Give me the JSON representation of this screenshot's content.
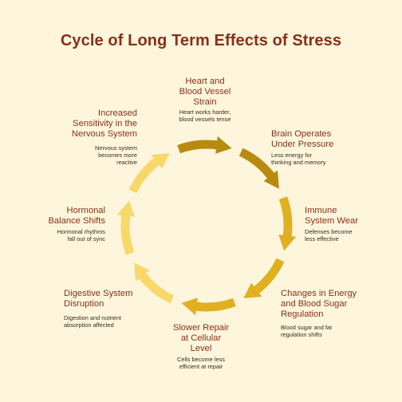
{
  "title": "Cycle of Long Term Effects of Stress",
  "colors": {
    "background": "#fdf6dc",
    "title": "#8a2f1a",
    "arrow_dark": "#b88a10",
    "arrow_mid": "#e0b020",
    "arrow_light": "#f7d868"
  },
  "nodes": [
    {
      "title": "Heart and Blood Vessel Strain",
      "title_lines": [
        "Heart and",
        "Blood Vessel",
        "Strain"
      ],
      "desc_lines": [
        "Heart works harder,",
        "blood vessels tense"
      ]
    },
    {
      "title": "Brain Operates Under Pressure",
      "title_lines": [
        "Brain Operates",
        "Under Pressure"
      ],
      "desc_lines": [
        "Less energy for",
        "thinking and memory"
      ]
    },
    {
      "title": "Immune System Wear",
      "title_lines": [
        "Immune",
        "System Wear"
      ],
      "desc_lines": [
        "Defenses become",
        "less effective"
      ]
    },
    {
      "title": "Changes in Energy and Blood Sugar Regulation",
      "title_lines": [
        "Changes in Energy",
        "and Blood Sugar",
        "Regulation"
      ],
      "desc_lines": [
        "Blood sugar and fat",
        "regulation shifts"
      ]
    },
    {
      "title": "Slower Repair at Cellular Level",
      "title_lines": [
        "Slower Repair",
        "at Cellular",
        "Level"
      ],
      "desc_lines": [
        "Cells become less",
        "efficient at repair"
      ]
    },
    {
      "title": "Digestive System Disruption",
      "title_lines": [
        "Digestive System",
        "Disruption"
      ],
      "desc_lines": [
        "Digestion and nutrient",
        "absorption affected"
      ]
    },
    {
      "title": "Hormonal Balance Shifts",
      "title_lines": [
        "Hormonal",
        "Balance Shifts"
      ],
      "desc_lines": [
        "Hormonal rhythms",
        "fall out of sync"
      ]
    },
    {
      "title": "Increased Sensitivity in the Nervous System",
      "title_lines": [
        "Increased",
        "Sensitivity in the",
        "Nervous System"
      ],
      "desc_lines": [
        "Nervous system",
        "becomes more",
        "reactive"
      ]
    }
  ]
}
